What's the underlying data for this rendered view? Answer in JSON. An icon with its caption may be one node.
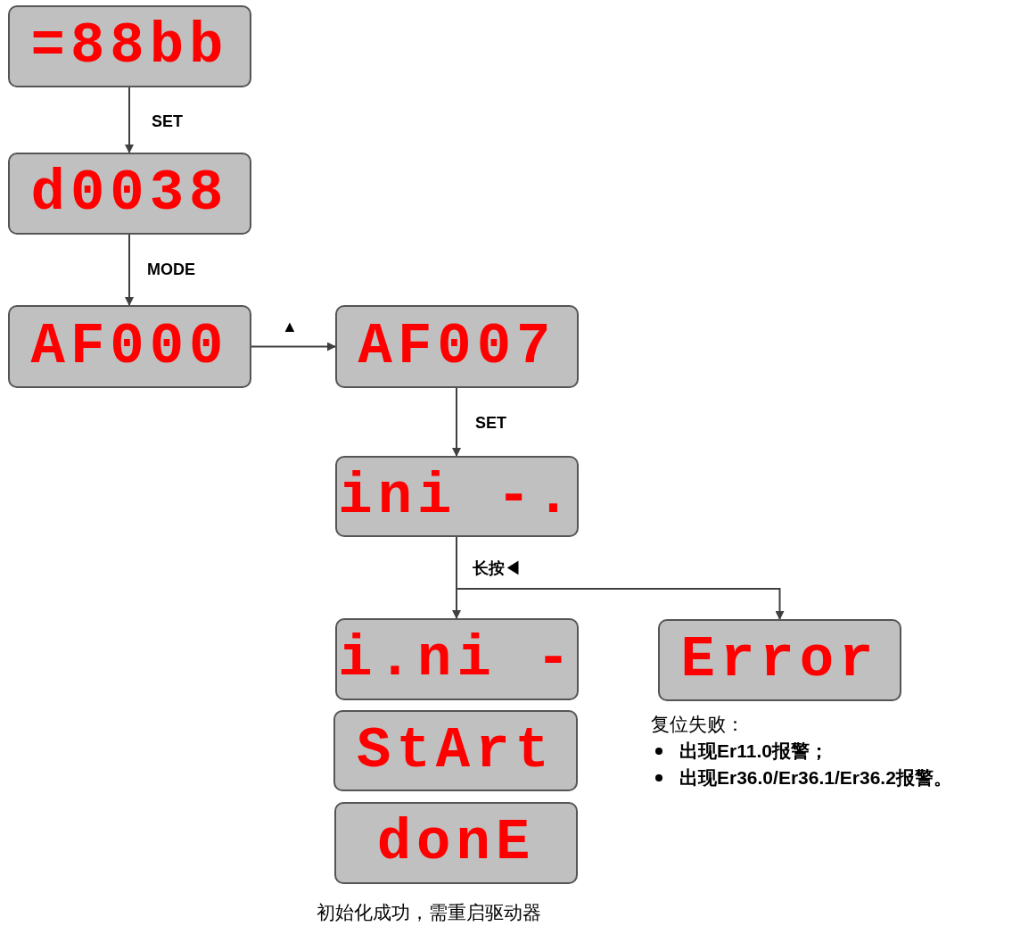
{
  "diagram": {
    "nodes": [
      {
        "text": [
          "=88bb"
        ]
      },
      {
        "text": [
          "d0038"
        ]
      },
      {
        "text": [
          "AF000"
        ]
      },
      {
        "text": [
          "AF007"
        ]
      },
      {
        "text": [
          "ini -."
        ]
      },
      {
        "text": [
          "i.ni -"
        ]
      },
      {
        "text": [
          "StArt"
        ]
      },
      {
        "text": [
          "donE"
        ],
        "beside": [
          "初始化成功，需重启驱动器"
        ]
      },
      {
        "text": [
          "Error"
        ],
        "beside": [
          "复位失败：",
          "出现**Er11.0**报警；",
          "出现**Er36.0/Er36.1/Er36.2**报警。"
        ]
      }
    ],
    "edges": [
      {
        "from": 0,
        "to": 1,
        "arrow": "to",
        "label": "SET"
      },
      {
        "from": 1,
        "to": 2,
        "arrow": "to",
        "label": "MODE"
      },
      {
        "from": 2,
        "to": 3,
        "arrow": "to",
        "label": "▲"
      },
      {
        "from": 3,
        "to": 4,
        "arrow": "to",
        "label": "SET"
      },
      {
        "from": 4,
        "to": 5,
        "arrow": "to",
        "label": "长按◀"
      },
      {
        "from": 4,
        "to": 8,
        "arrow": "to"
      }
    ]
  }
}
